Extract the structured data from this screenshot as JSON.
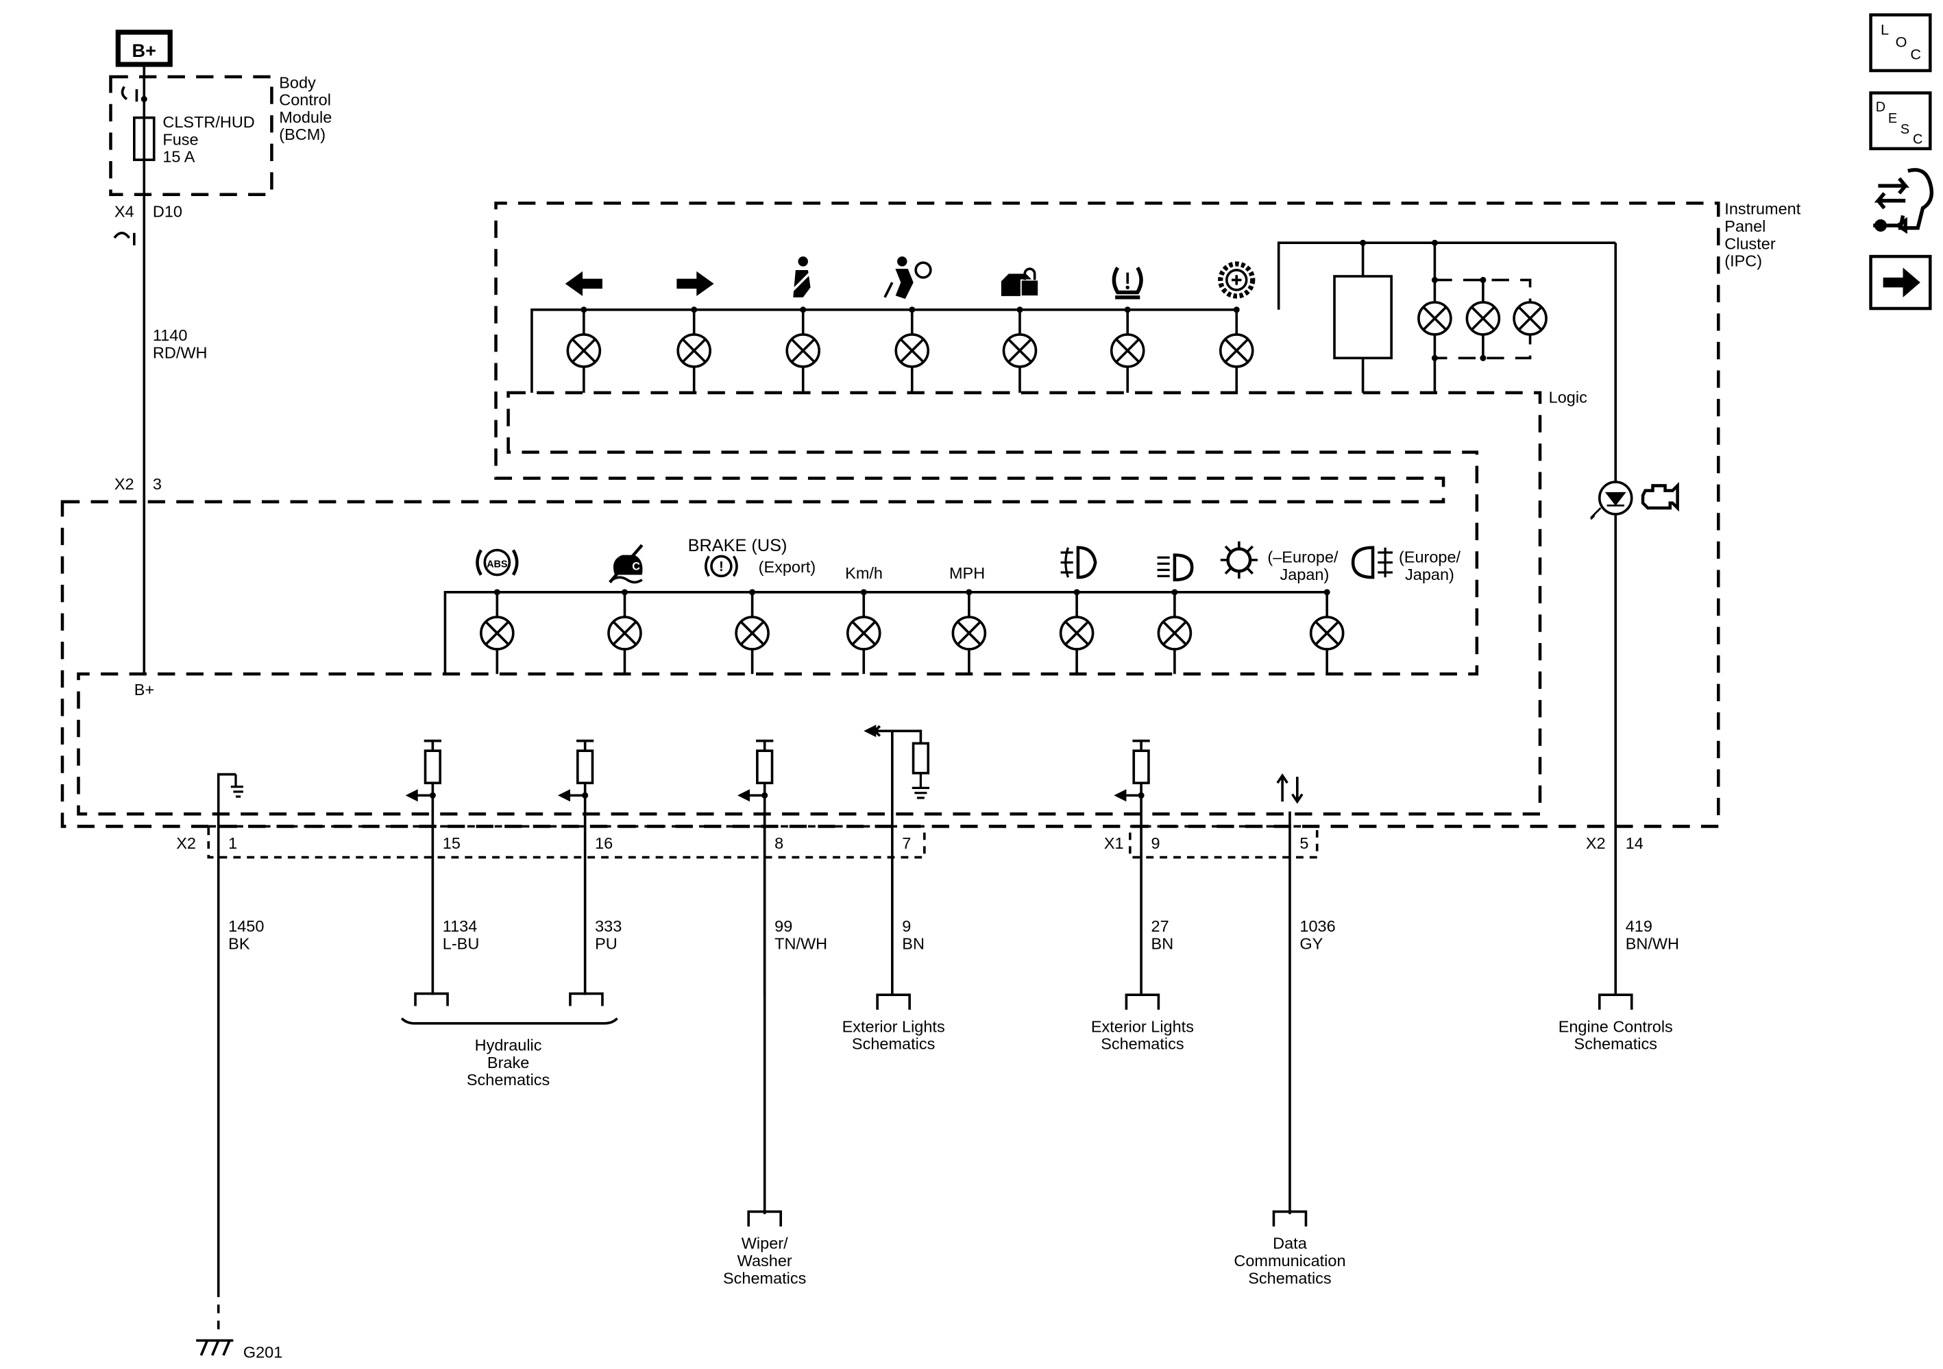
{
  "power": {
    "label": "B+"
  },
  "bcm": {
    "lines": [
      "Body",
      "Control",
      "Module",
      "(BCM)"
    ],
    "fuse_lines": [
      "CLSTR/HUD",
      "Fuse",
      "15 A"
    ],
    "conn_x4": "X4",
    "pin_d10": "D10"
  },
  "wire_1140": {
    "num": "1140",
    "color": "RD/WH"
  },
  "ipc": {
    "lines": [
      "Instrument",
      "Panel",
      "Cluster",
      "(IPC)"
    ],
    "logic": "Logic",
    "conn_x2_top": "X2",
    "pin_3": "3",
    "b_plus": "B+"
  },
  "lamp_labels": {
    "brake_us": "BRAKE (US)",
    "brake_export": "(Export)",
    "kmh": "Km/h",
    "mph": "MPH",
    "non_europe_l1": "(–Europe/",
    "non_europe_l2": "Japan)",
    "europe_l1": "(Europe/",
    "europe_l2": "Japan)"
  },
  "connectors": {
    "x2_left": "X2",
    "x1": "X1",
    "x2_right": "X2"
  },
  "pins": [
    {
      "pin": "1",
      "num": "1450",
      "color": "BK"
    },
    {
      "pin": "15",
      "num": "1134",
      "color": "L-BU"
    },
    {
      "pin": "16",
      "num": "333",
      "color": "PU"
    },
    {
      "pin": "8",
      "num": "99",
      "color": "TN/WH"
    },
    {
      "pin": "7",
      "num": "9",
      "color": "BN"
    },
    {
      "pin": "9",
      "num": "27",
      "color": "BN"
    },
    {
      "pin": "5",
      "num": "1036",
      "color": "GY"
    },
    {
      "pin": "14",
      "num": "419",
      "color": "BN/WH"
    }
  ],
  "destinations": {
    "hydraulic": [
      "Hydraulic",
      "Brake",
      "Schematics"
    ],
    "wiper": [
      "Wiper/",
      "Washer",
      "Schematics"
    ],
    "ext_lights_1": [
      "Exterior Lights",
      "Schematics"
    ],
    "ext_lights_2": [
      "Exterior Lights",
      "Schematics"
    ],
    "data_comm": [
      "Data",
      "Communication",
      "Schematics"
    ],
    "engine": [
      "Engine Controls",
      "Schematics"
    ],
    "ground": "G201"
  },
  "sidebar": {
    "loc": {
      "l1": "L",
      "l2": "O",
      "l3": "C"
    },
    "desc": {
      "l1": "D",
      "l2": "E",
      "l3": "S",
      "l4": "C"
    }
  },
  "icons": {
    "upper_row": [
      "turn-left-arrow-icon",
      "turn-right-arrow-icon",
      "seat-belt-icon",
      "airbag-icon",
      "security-lock-icon",
      "tire-pressure-icon",
      "service-gear-icon"
    ],
    "lower_row": [
      "abs-icon",
      "traction-off-icon",
      "brake-warning-icon",
      "fog-lamp-icon",
      "high-beam-icon",
      "sun-icon",
      "rear-fog-icon"
    ],
    "other": [
      "check-engine-icon",
      "ground-icon",
      "bidirectional-arrow-icon",
      "wiring-harness-icon",
      "next-arrow-icon"
    ]
  },
  "colors": {
    "ink": "#000000",
    "background": "#ffffff"
  }
}
